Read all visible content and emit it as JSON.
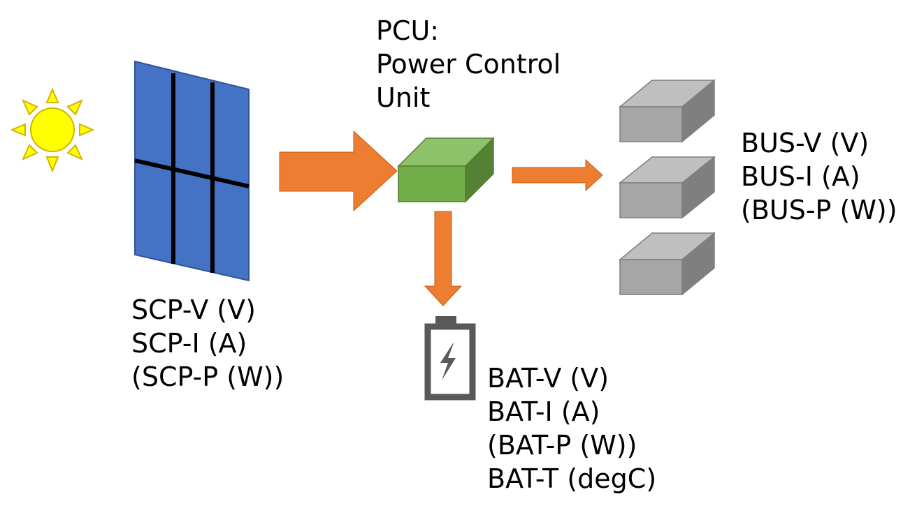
{
  "pcu": {
    "label_lines": [
      "PCU:",
      "Power Control",
      "Unit"
    ]
  },
  "solar_panel": {
    "label_lines": [
      "SCP-V (V)",
      "SCP-I (A)",
      "(SCP-P (W))"
    ]
  },
  "battery": {
    "label_lines": [
      "BAT-V (V)",
      "BAT-I (A)",
      "(BAT-P (W))",
      "BAT-T (degC)"
    ]
  },
  "bus": {
    "label_lines": [
      "BUS-V (V)",
      "BUS-I (A)",
      "(BUS-P (W))"
    ]
  },
  "colors": {
    "sun_fill": "#ffff00",
    "sun_stroke": "#d4b400",
    "panel_fill": "#4472c4",
    "panel_stroke": "#2f5597",
    "arrow": "#ed7d31",
    "pcu_top": "#8dc26b",
    "pcu_front": "#70ad47",
    "pcu_side": "#548235",
    "load_top": "#bfbfbf",
    "load_front": "#a6a6a6",
    "load_side": "#7f7f7f",
    "battery": "#595959"
  }
}
